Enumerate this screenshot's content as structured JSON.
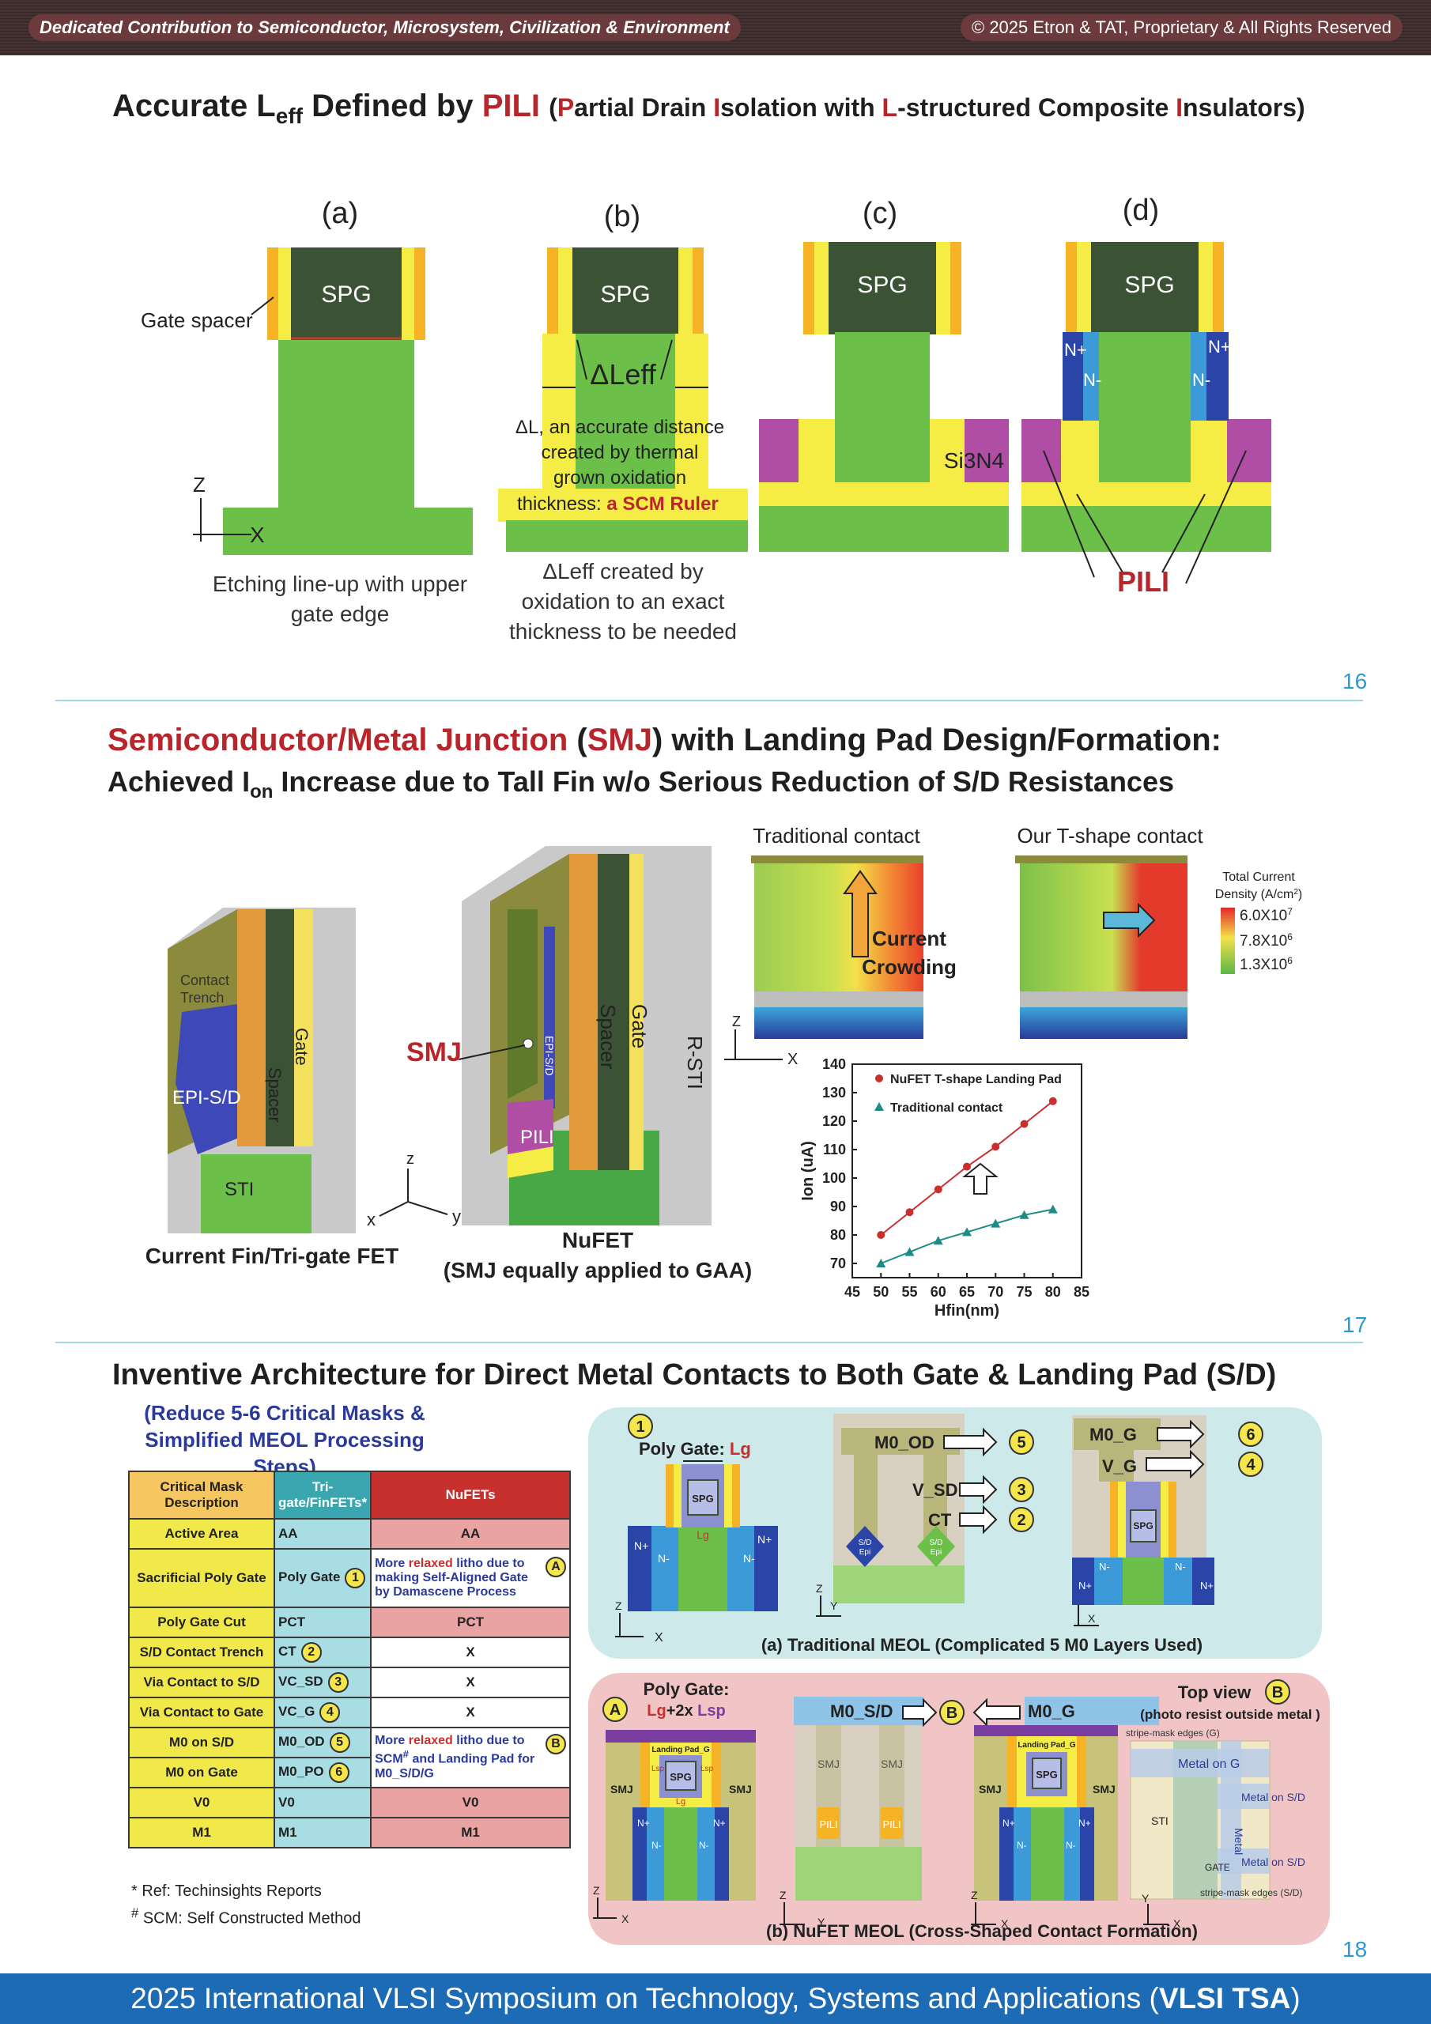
{
  "header": {
    "left_text": "Dedicated Contribution to Semiconductor, Microsystem, Civilization & Environment",
    "right_text": "© 2025 Etron & TAT, Proprietary & All Rights Reserved"
  },
  "slide16": {
    "title_pre": "Accurate L",
    "title_sub": "eff",
    "title_mid": " Defined by ",
    "title_pili": "PILI",
    "title_paren_open": "(",
    "title_P": "P",
    "title_w1": "artial Drain ",
    "title_I": "I",
    "title_w2": "solation with ",
    "title_L": "L",
    "title_w3": "-structured Composite ",
    "title_I2": "I",
    "title_w4": "nsulators)",
    "panels": {
      "a": "(a)",
      "b": "(b)",
      "c": "(c)",
      "d": "(d)"
    },
    "spg": "SPG",
    "gate_spacer": "Gate spacer",
    "delta_leff": "ΔLeff",
    "delta_l_note_1": "ΔL, an accurate distance",
    "delta_l_note_2": "created by thermal",
    "delta_l_note_3": "grown oxidation",
    "delta_l_note_4": "thickness: ",
    "scm_ruler": "a SCM Ruler",
    "si3n4": "Si3N4",
    "nplus": "N+",
    "nminus": "N-",
    "pili": "PILI",
    "axis_z": "Z",
    "axis_x": "X",
    "caption_a_1": "Etching line-up with upper",
    "caption_a_2": "gate edge",
    "caption_b_1": "ΔLeff created by",
    "caption_b_2": "oxidation to an exact",
    "caption_b_3": "thickness to be needed",
    "page_number": "16"
  },
  "slide17": {
    "title1_smj_long": "Semiconductor/Metal Junction",
    "title1_paren_open": " (",
    "title1_smj": "SMJ",
    "title1_rest": ") with Landing Pad Design/Formation:",
    "title2_pre": "Achieved I",
    "title2_sub": "on",
    "title2_rest": " Increase due to Tall Fin w/o Serious Reduction of S/D Resistances",
    "fin_labels": {
      "contact_trench_1": "Contact",
      "contact_trench_2": "Trench",
      "spacer": "Spacer",
      "gate": "Gate",
      "epi": "EPI-S/D",
      "sti": "STI"
    },
    "nufet_labels": {
      "smj": "SMJ",
      "epi": "EPI-S/D",
      "spacer": "Spacer",
      "gate": "Gate",
      "rsti": "R-STI",
      "pili": "PILI"
    },
    "axes3d": {
      "z": "z",
      "x": "x",
      "y": "y"
    },
    "caption_fin": "Current Fin/Tri-gate FET",
    "caption_nufet_1": "NuFET",
    "caption_nufet_2": "(SMJ equally applied to GAA)",
    "traditional_contact": "Traditional contact",
    "t_shape_contact": "Our T-shape contact",
    "current_crowding_1": "Current",
    "current_crowding_2": "Crowding",
    "legend_title_1": "Total Current",
    "legend_title_2": "Density (A/cm",
    "legend_title_2_sup": "2",
    "legend_title_2_end": ")",
    "legend_v1": "6.0X10",
    "legend_v1_sup": "7",
    "legend_v2": "7.8X10",
    "legend_v2_sup": "6",
    "legend_v3": "1.3X10",
    "legend_v3_sup": "6",
    "page_number": "17"
  },
  "chart_data": {
    "type": "line",
    "xlabel": "Hfin(nm)",
    "ylabel": "Ion (uA)",
    "xlim": [
      45,
      85
    ],
    "ylim": [
      65,
      140
    ],
    "xticks": [
      45,
      50,
      55,
      60,
      65,
      70,
      75,
      80,
      85
    ],
    "yticks": [
      70,
      80,
      90,
      100,
      110,
      120,
      130,
      140
    ],
    "legend_position": "top-left",
    "grid": false,
    "series": [
      {
        "name": "NuFET T-shape Landing Pad",
        "color": "#c8302e",
        "marker": "circle",
        "x": [
          50,
          55,
          60,
          65,
          70,
          75,
          80
        ],
        "y": [
          80,
          88,
          96,
          104,
          111,
          119,
          127
        ]
      },
      {
        "name": "Traditional contact",
        "color": "#1e8c86",
        "marker": "triangle",
        "x": [
          50,
          55,
          60,
          65,
          70,
          75,
          80
        ],
        "y": [
          70,
          74,
          78,
          81,
          84,
          87,
          89
        ]
      }
    ]
  },
  "slide18": {
    "title": "Inventive Architecture for Direct Metal Contacts to Both Gate & Landing Pad (S/D)",
    "subtitle_1": "(Reduce 5-6 Critical Masks &",
    "subtitle_2": "Simplified MEOL Processing Steps)",
    "table": {
      "headers": [
        "Critical Mask Description",
        "Tri-gate/FinFETs",
        "NuFETs"
      ],
      "header_star": "*",
      "rows": [
        {
          "desc": "Active Area",
          "fin": "AA",
          "fin_mark": "",
          "nu": "AA",
          "nu_style": "c3"
        },
        {
          "desc": "Sacrificial Poly Gate",
          "fin": "Poly Gate",
          "fin_mark": "1",
          "nu": "",
          "nu_style": "c3w"
        },
        {
          "desc": "Poly Gate Cut",
          "fin": "PCT",
          "fin_mark": "",
          "nu": "PCT",
          "nu_style": "c3"
        },
        {
          "desc": "S/D Contact Trench",
          "fin": "CT",
          "fin_mark": "2",
          "nu": "X",
          "nu_style": "c3w"
        },
        {
          "desc": "Via Contact to S/D",
          "fin": "VC_SD",
          "fin_mark": "3",
          "nu": "X",
          "nu_style": "c3w"
        },
        {
          "desc": "Via Contact to Gate",
          "fin": "VC_G",
          "fin_mark": "4",
          "nu": "X",
          "nu_style": "c3w"
        },
        {
          "desc": "M0 on S/D",
          "fin": "M0_OD",
          "fin_mark": "5",
          "nu": "",
          "nu_style": "c3w"
        },
        {
          "desc": "M0 on Gate",
          "fin": "M0_PO",
          "fin_mark": "6",
          "nu": "",
          "nu_style": "c3w"
        },
        {
          "desc": "V0",
          "fin": "V0",
          "fin_mark": "",
          "nu": "V0",
          "nu_style": "c3"
        },
        {
          "desc": "M1",
          "fin": "M1",
          "fin_mark": "",
          "nu": "M1",
          "nu_style": "c3"
        }
      ],
      "note_A_pre": "More ",
      "note_A_red": "relaxed",
      "note_A_post": " litho due to making Self-Aligned Gate by Damascene Process",
      "note_A_mark": "A",
      "note_B_pre": "More ",
      "note_B_red": "relaxed",
      "note_B_post": " litho due to SCM",
      "note_B_sup": "#",
      "note_B_end": " and Landing Pad for M0_S/D/G",
      "note_B_mark": "B"
    },
    "ref_1": "* Ref: Techinsights Reports",
    "ref_2_sup": "#",
    "ref_2": " SCM: Self Constructed Method",
    "trad": {
      "mark1": "1",
      "poly_gate": "Poly Gate: ",
      "lg": "Lg",
      "spg": "SPG",
      "lg_small": "Lg",
      "nplus": "N+",
      "nminus": "N-",
      "m0_od": "M0_OD",
      "v_sd": "V_SD",
      "ct": "CT",
      "sd_epi_1": "S/D",
      "sd_epi_2": "Epi",
      "m0_g": "M0_G",
      "v_g": "V_G",
      "marks": [
        "5",
        "3",
        "2",
        "6",
        "4"
      ],
      "axis_z": "Z",
      "axis_x": "X",
      "axis_y": "Y",
      "caption": "(a) Traditional MEOL (Complicated 5 M0 Layers Used)"
    },
    "nufet": {
      "markA": "A",
      "poly_gate": "Poly Gate:",
      "lg_lsp_1": "Lg",
      "lg_lsp_2": "+2x ",
      "lg_lsp_3": "Lsp",
      "landing_pad_g": "Landing Pad_G",
      "lsp": "Lsp",
      "spg": "SPG",
      "lg": "Lg",
      "smj": "SMJ",
      "nplus": "N+",
      "nminus": "N-",
      "m0_sd": "M0_S/D",
      "markB": "B",
      "m0_g": "M0_G",
      "pili": "PILI",
      "top_view": "Top view",
      "photo_resist": "(photo resist outside metal )",
      "stripe_mask_g": "stripe-mask edges (G)",
      "metal_on_g": "Metal on G",
      "metal_on_sd": "Metal on S/D",
      "metal": "Metal",
      "sti": "STI",
      "gate": "GATE",
      "stripe_mask_sd": "stripe-mask edges (S/D)",
      "axis_z": "Z",
      "axis_x": "X",
      "axis_y": "Y",
      "caption": "(b) NuFET MEOL (Cross-Shaped Contact Formation)"
    },
    "page_number": "18"
  },
  "footer": {
    "pre": "2025 International VLSI Symposium on Technology, Systems and Applications (",
    "bold": "VLSI TSA",
    "post": ")"
  },
  "colors": {
    "spg": "#3b5235",
    "silicon": "#6cc04a",
    "oxide": "#f5ed45",
    "spacer": "#f6b326",
    "nitride": "#b04ea6",
    "nplus": "#2b44a8",
    "nminus": "#3c9ad8",
    "accent_red": "#b8262b",
    "footer_blue": "#1d6bb5",
    "panel_teal": "#cde9ea",
    "panel_pink": "#f1c5c6"
  }
}
